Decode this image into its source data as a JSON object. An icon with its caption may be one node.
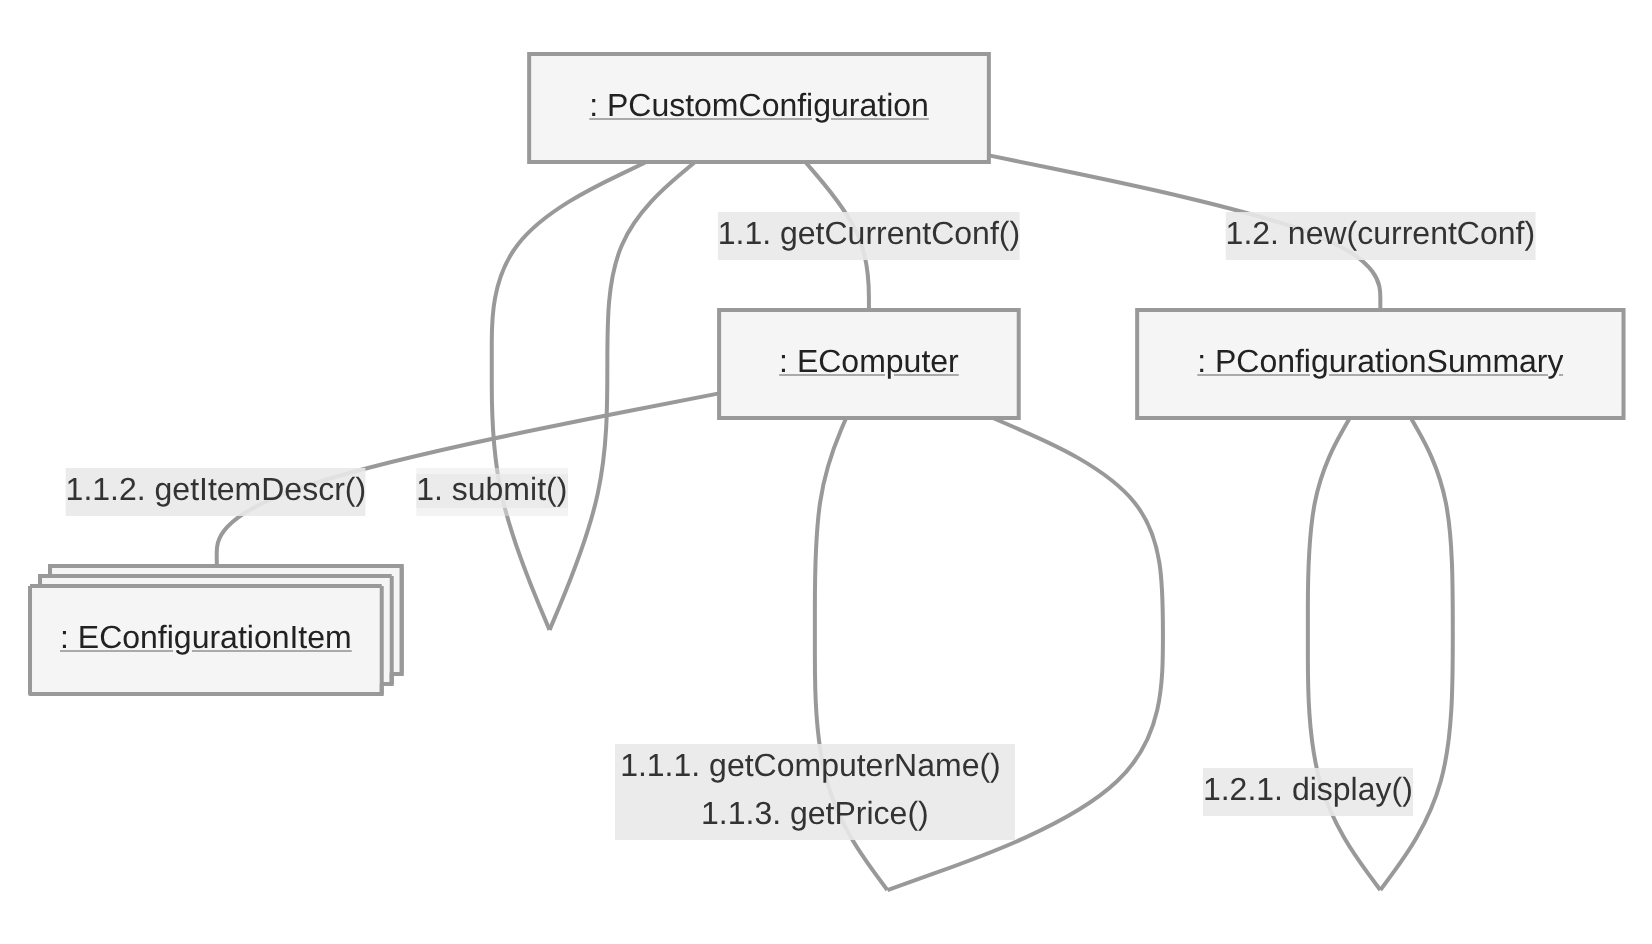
{
  "diagram": {
    "nodes": [
      {
        "text": [
          ": PCustomConfiguration"
        ]
      },
      {
        "text": [
          ": EComputer"
        ]
      },
      {
        "text": [
          ": PConfigurationSummary"
        ]
      },
      {
        "text": [
          ": EConfigurationItem"
        ]
      }
    ],
    "edges": [
      {
        "from": 0,
        "to": 0,
        "arrow": "none",
        "label": "1. submit()"
      },
      {
        "from": 0,
        "to": 1,
        "arrow": "none",
        "label": "1.1. getCurrentConf()"
      },
      {
        "from": 1,
        "to": 1,
        "arrow": "none",
        "label": "1.1.1. getComputerName() 1.1.3. getPrice()"
      },
      {
        "from": 1,
        "to": 3,
        "arrow": "none",
        "label": "1.1.2. getItemDescr()"
      },
      {
        "from": 0,
        "to": 2,
        "arrow": "none",
        "label": "1.2. new(currentConf)"
      },
      {
        "from": 2,
        "to": 2,
        "arrow": "none",
        "label": "1.2.1. display()"
      }
    ]
  }
}
